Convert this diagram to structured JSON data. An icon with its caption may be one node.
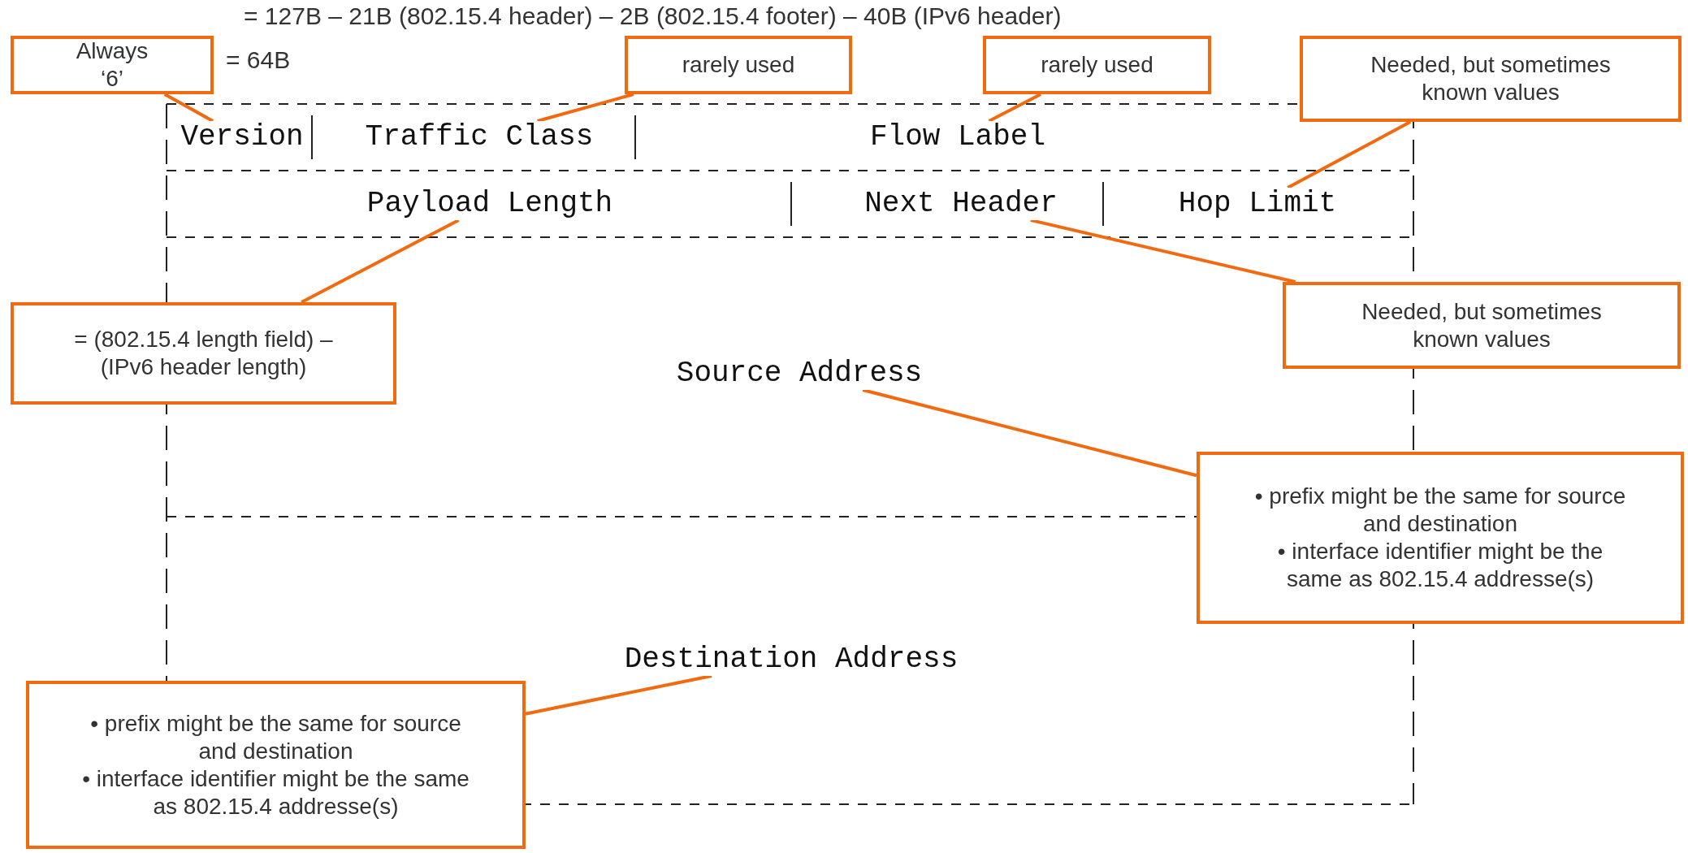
{
  "diagram": {
    "nodes": [
      {
        "text": [
          "Version"
        ]
      },
      {
        "text": [
          "Traffic Class"
        ]
      },
      {
        "text": [
          "Flow Label"
        ]
      },
      {
        "text": [
          "Payload Length"
        ]
      },
      {
        "text": [
          "Next Header"
        ]
      },
      {
        "text": [
          "Hop Limit"
        ]
      },
      {
        "text": [
          "Source Address"
        ]
      },
      {
        "text": [
          "Destination Address"
        ]
      },
      {
        "text": [
          "Always ‘6’"
        ]
      },
      {
        "text": [
          "rarely used"
        ]
      },
      {
        "text": [
          "rarely used"
        ]
      },
      {
        "text": [
          "Needed, but sometimes known values"
        ]
      },
      {
        "text": [
          "= (802.15.4 length field) – (IPv6 header length)"
        ]
      },
      {
        "text": [
          "Needed, but sometimes known values"
        ]
      },
      {
        "text": [
          "• prefix might be the same for source and destination",
          "• interface identifier might be the same as 802.15.4 addresse(s)"
        ]
      },
      {
        "text": [
          "• prefix might be the same for source and destination",
          "• interface identifier might be the same as 802.15.4 addresse(s)"
        ]
      }
    ],
    "edges": [
      {
        "from": 8,
        "to": 0,
        "arrow": "none"
      },
      {
        "from": 9,
        "to": 1,
        "arrow": "none"
      },
      {
        "from": 10,
        "to": 2,
        "arrow": "none"
      },
      {
        "from": 11,
        "to": 5,
        "arrow": "none"
      },
      {
        "from": 12,
        "to": 3,
        "arrow": "none"
      },
      {
        "from": 13,
        "to": 4,
        "arrow": "none"
      },
      {
        "from": 14,
        "to": 6,
        "arrow": "none"
      },
      {
        "from": 15,
        "to": 7,
        "arrow": "none"
      }
    ],
    "labels": [
      "= 127B – 21B (802.15.4 header) – 2B (802.15.4 footer) – 40B (IPv6 header)",
      "= 64B"
    ]
  }
}
